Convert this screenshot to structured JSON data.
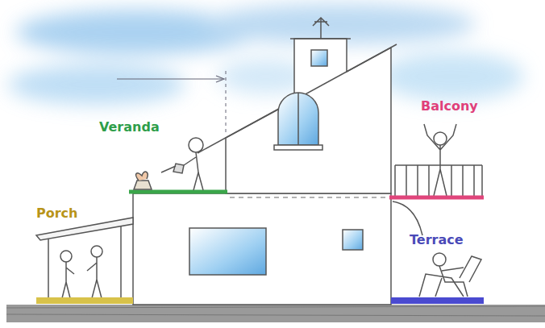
{
  "diagram": {
    "labels": [
      "Veranda",
      "Balcony",
      "Porch",
      "Terrace"
    ]
  }
}
